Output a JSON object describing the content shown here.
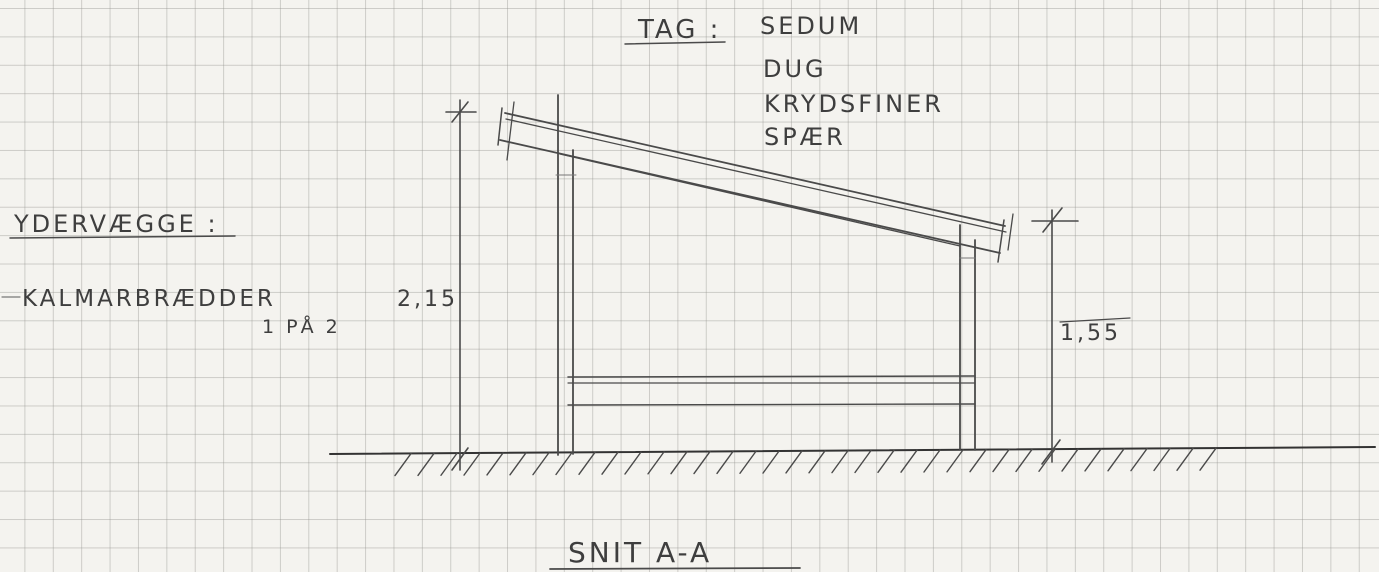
{
  "roof": {
    "heading": "TAG :",
    "layers": [
      "SEDUM",
      "DUG",
      "KRYDSFINER",
      "SPÆR"
    ]
  },
  "walls": {
    "heading": "YDERVÆGGE :",
    "material": "KALMARBRÆDDER",
    "spacing": "1 PÅ 2"
  },
  "dimensions": {
    "left_height": "2,15",
    "right_height": "1,55"
  },
  "section_title": "SNIT A-A"
}
